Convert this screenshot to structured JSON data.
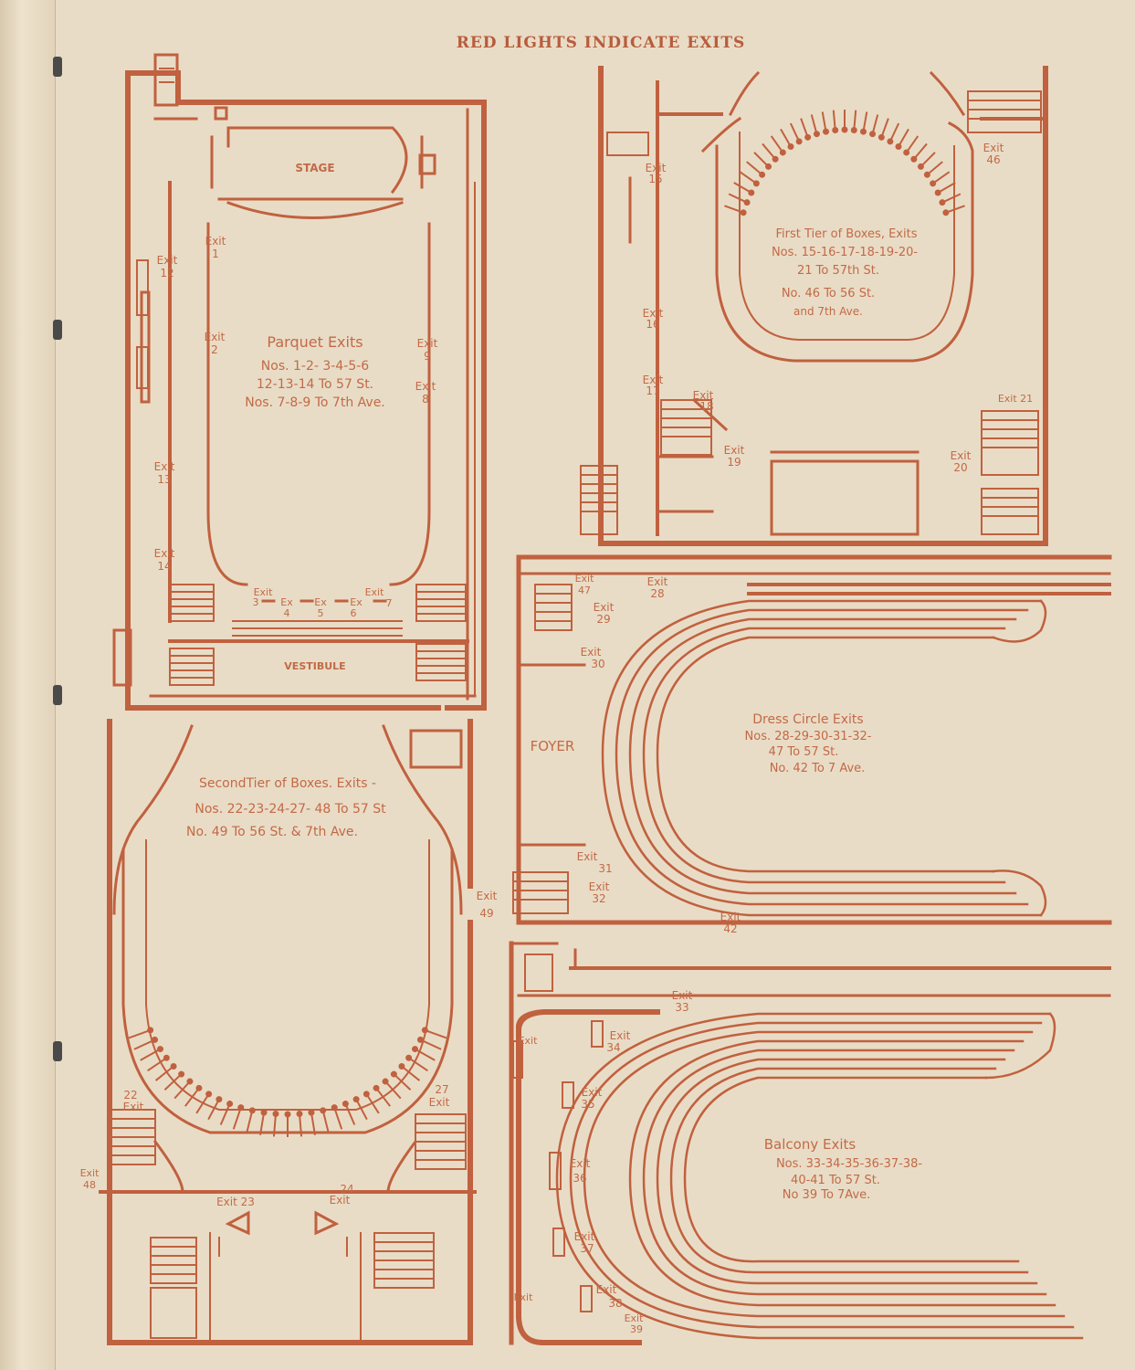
{
  "header": "RED LIGHTS INDICATE EXITS",
  "colors": {
    "ink": "#c0613f",
    "paper": "#e9dcc6"
  },
  "parquet": {
    "stage": "STAGE",
    "vestibule": "VESTIBULE",
    "title": "Parquet Exits",
    "line1": "Nos. 1-2- 3-4-5-6",
    "line2": "12-13-14 To 57 St.",
    "line3": "Nos. 7-8-9 To 7th Ave.",
    "exit1": [
      "Exit",
      "1"
    ],
    "exit2": [
      "Exit",
      "2"
    ],
    "exit9": [
      "Exit",
      "9"
    ],
    "exit8": [
      "Exit",
      "8"
    ],
    "exit12": [
      "Exit",
      "12"
    ],
    "exit13": [
      "Exit",
      "13"
    ],
    "exit14": [
      "Exit",
      "14"
    ],
    "exit3": [
      "Exit",
      "3"
    ],
    "ex4": [
      "Ex",
      "4"
    ],
    "ex5": [
      "Ex",
      "5"
    ],
    "ex6": [
      "Ex",
      "6"
    ],
    "exit7": [
      "Exit",
      "7"
    ]
  },
  "first_tier": {
    "title": "First Tier of Boxes, Exits",
    "line1": "Nos. 15-16-17-18-19-20-",
    "line2": "21 To 57th St.",
    "line3": "No. 46 To 56 St.",
    "line4": "and 7th Ave.",
    "exit15": [
      "Exit",
      "15"
    ],
    "exit16": [
      "Exit",
      "16"
    ],
    "exit17": [
      "Exit",
      "17"
    ],
    "exit18": [
      "Exit",
      "18"
    ],
    "exit19": [
      "Exit",
      "19"
    ],
    "exit20": [
      "Exit",
      "20"
    ],
    "exit21": "Exit 21",
    "exit46": [
      "Exit",
      "46"
    ]
  },
  "dress_circle": {
    "foyer": "FOYER",
    "title": "Dress Circle Exits",
    "line1": "Nos. 28-29-30-31-32-",
    "line2": "47 To 57 St.",
    "line3": "No. 42 To 7 Ave.",
    "exit47": [
      "Exit",
      "47"
    ],
    "exit28": [
      "Exit",
      "28"
    ],
    "exit29": [
      "Exit",
      "29"
    ],
    "exit30": [
      "Exit",
      "30"
    ],
    "exit31": [
      "Exit",
      "31"
    ],
    "exit32": [
      "Exit",
      "32"
    ],
    "exit42": [
      "Exit",
      "42"
    ]
  },
  "second_tier": {
    "title": "SecondTier of Boxes. Exits -",
    "line1": "Nos. 22-23-24-27- 48 To 57 St",
    "line2": "No. 49 To 56 St. & 7th Ave.",
    "exit22": [
      "22",
      "Exit"
    ],
    "exit27": [
      "27",
      "Exit"
    ],
    "exit48": [
      "Exit",
      "48"
    ],
    "exit49": [
      "Exit",
      "49"
    ],
    "exit23": "Exit 23",
    "exit24": [
      "24",
      "Exit"
    ]
  },
  "balcony": {
    "title": "Balcony Exits",
    "line1": "Nos. 33-34-35-36-37-38-",
    "line2": "40-41 To 57 St.",
    "line3": "No 39 To 7Ave.",
    "exit_top": "Exit",
    "exit_bottom": "Exit",
    "exit33": [
      "Exit",
      "33"
    ],
    "exit34": [
      "Exit",
      "34"
    ],
    "exit35": [
      "Exit",
      "35"
    ],
    "exit36": [
      "Exit",
      "36"
    ],
    "exit37": [
      "Exit",
      "37"
    ],
    "exit38": [
      "Exit",
      "38"
    ],
    "exit39": [
      "Exit",
      "39"
    ]
  }
}
